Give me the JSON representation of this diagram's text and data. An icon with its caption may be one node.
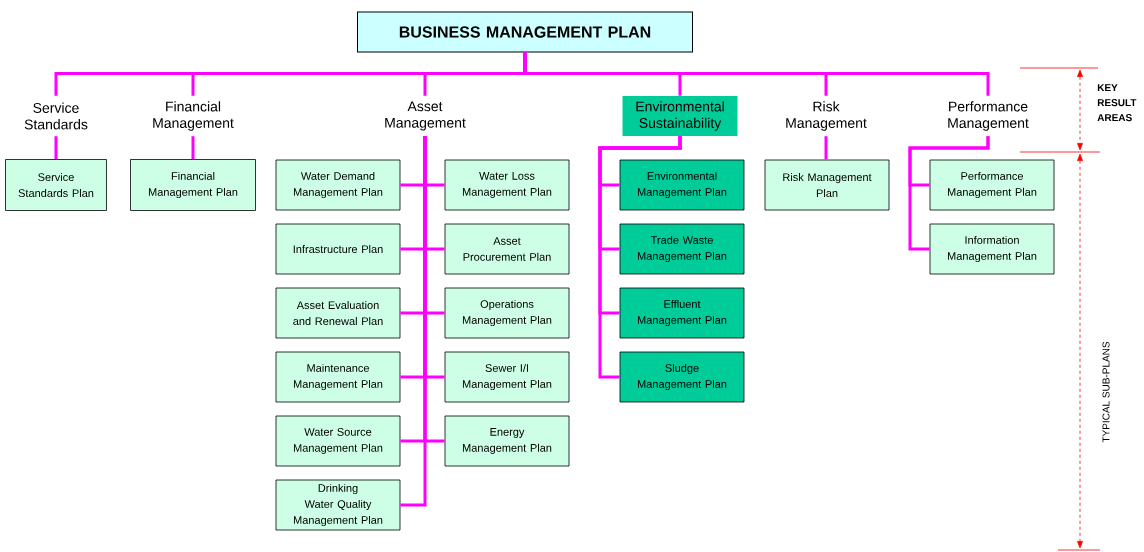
{
  "diagram": {
    "nodes": [
      {
        "text": [
          "BUSINESS MANAGEMENT PLAN"
        ]
      },
      {
        "text": [
          "Service Standards"
        ]
      },
      {
        "text": [
          "Financial Management"
        ]
      },
      {
        "text": [
          "Asset Management"
        ]
      },
      {
        "text": [
          "Environmental Sustainability"
        ]
      },
      {
        "text": [
          "Risk Management"
        ]
      },
      {
        "text": [
          "Performance Management"
        ]
      },
      {
        "text": [
          "Service Standards Plan"
        ]
      },
      {
        "text": [
          "Financial Management Plan"
        ]
      },
      {
        "text": [
          "Water Demand Management Plan"
        ]
      },
      {
        "text": [
          "Water Loss Management Plan"
        ]
      },
      {
        "text": [
          "Infrastructure Plan"
        ]
      },
      {
        "text": [
          "Asset Procurement Plan"
        ]
      },
      {
        "text": [
          "Asset Evaluation and Renewal Plan"
        ]
      },
      {
        "text": [
          "Operations Management Plan"
        ]
      },
      {
        "text": [
          "Maintenance Management Plan"
        ]
      },
      {
        "text": [
          "Sewer I/I Management Plan"
        ]
      },
      {
        "text": [
          "Water Source Management Plan"
        ]
      },
      {
        "text": [
          "Energy Management Plan"
        ]
      },
      {
        "text": [
          "Drinking Water Quality Management Plan"
        ]
      },
      {
        "text": [
          "Environmental Management Plan"
        ]
      },
      {
        "text": [
          "Trade Waste Management Plan"
        ]
      },
      {
        "text": [
          "Effluent Management Plan"
        ]
      },
      {
        "text": [
          "Sludge Management Plan"
        ]
      },
      {
        "text": [
          "Risk Management Plan"
        ]
      },
      {
        "text": [
          "Performance Management Plan"
        ]
      },
      {
        "text": [
          "Information Management Plan"
        ]
      }
    ],
    "edges": [
      {
        "from": 0,
        "to": 1,
        "arrow": "none"
      },
      {
        "from": 0,
        "to": 2,
        "arrow": "none"
      },
      {
        "from": 0,
        "to": 3,
        "arrow": "none"
      },
      {
        "from": 0,
        "to": 4,
        "arrow": "none"
      },
      {
        "from": 0,
        "to": 5,
        "arrow": "none"
      },
      {
        "from": 0,
        "to": 6,
        "arrow": "none"
      },
      {
        "from": 1,
        "to": 7,
        "arrow": "none"
      },
      {
        "from": 2,
        "to": 8,
        "arrow": "none"
      },
      {
        "from": 3,
        "to": 9,
        "arrow": "none"
      },
      {
        "from": 3,
        "to": 10,
        "arrow": "none"
      },
      {
        "from": 3,
        "to": 11,
        "arrow": "none"
      },
      {
        "from": 3,
        "to": 12,
        "arrow": "none"
      },
      {
        "from": 3,
        "to": 13,
        "arrow": "none"
      },
      {
        "from": 3,
        "to": 14,
        "arrow": "none"
      },
      {
        "from": 3,
        "to": 15,
        "arrow": "none"
      },
      {
        "from": 3,
        "to": 16,
        "arrow": "none"
      },
      {
        "from": 3,
        "to": 17,
        "arrow": "none"
      },
      {
        "from": 3,
        "to": 18,
        "arrow": "none"
      },
      {
        "from": 3,
        "to": 19,
        "arrow": "none"
      },
      {
        "from": 4,
        "to": 20,
        "arrow": "none"
      },
      {
        "from": 4,
        "to": 21,
        "arrow": "none"
      },
      {
        "from": 4,
        "to": 22,
        "arrow": "none"
      },
      {
        "from": 4,
        "to": 23,
        "arrow": "none"
      },
      {
        "from": 5,
        "to": 24,
        "arrow": "none"
      },
      {
        "from": 6,
        "to": 25,
        "arrow": "none"
      },
      {
        "from": 6,
        "to": 26,
        "arrow": "none"
      }
    ],
    "labels": [
      "KEY RESULT AREAS",
      "TYPICAL SUB-PLANS"
    ]
  }
}
